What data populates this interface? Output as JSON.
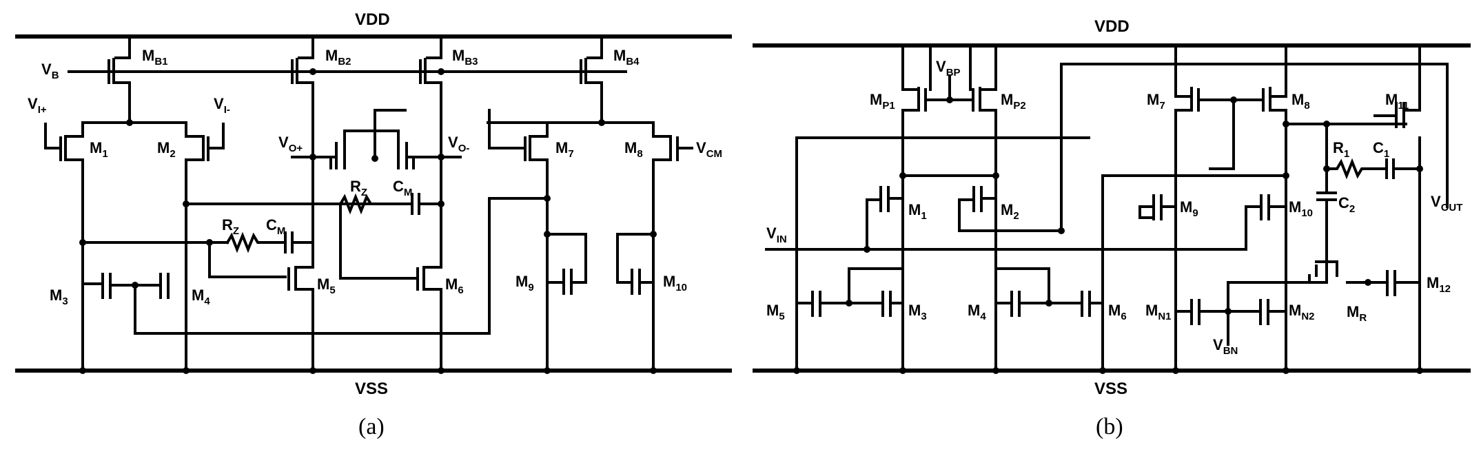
{
  "panel_a": {
    "caption": "(a)",
    "rails": {
      "top": "VDD",
      "bottom": "VSS"
    },
    "terminals": {
      "vb": [
        "V",
        "B"
      ],
      "vin_p": [
        "V",
        "I+"
      ],
      "vin_n": [
        "V",
        "I-"
      ],
      "vo_p": [
        "V",
        "O+"
      ],
      "vo_n": [
        "V",
        "O-"
      ],
      "vcm": [
        "V",
        "CM"
      ]
    },
    "devices": {
      "mb1": [
        "M",
        "B1"
      ],
      "mb2": [
        "M",
        "B2"
      ],
      "mb3": [
        "M",
        "B3"
      ],
      "mb4": [
        "M",
        "B4"
      ],
      "m1": [
        "M",
        "1"
      ],
      "m2": [
        "M",
        "2"
      ],
      "m3": [
        "M",
        "3"
      ],
      "m4": [
        "M",
        "4"
      ],
      "m5": [
        "M",
        "5"
      ],
      "m6": [
        "M",
        "6"
      ],
      "m7": [
        "M",
        "7"
      ],
      "m8": [
        "M",
        "8"
      ],
      "m9": [
        "M",
        "9"
      ],
      "m10": [
        "M",
        "10"
      ],
      "rz1": [
        "R",
        "Z"
      ],
      "cm1": [
        "C",
        "M"
      ],
      "rz2": [
        "R",
        "Z"
      ],
      "cm2": [
        "C",
        "M"
      ]
    }
  },
  "panel_b": {
    "caption": "(b)",
    "rails": {
      "top": "VDD",
      "bottom": "VSS"
    },
    "terminals": {
      "vbp": [
        "V",
        "BP"
      ],
      "vin": [
        "V",
        "IN"
      ],
      "vbn": [
        "V",
        "BN"
      ],
      "vout": [
        "V",
        "OUT"
      ]
    },
    "devices": {
      "mp1": [
        "M",
        "P1"
      ],
      "mp2": [
        "M",
        "P2"
      ],
      "m1": [
        "M",
        "1"
      ],
      "m2": [
        "M",
        "2"
      ],
      "m3": [
        "M",
        "3"
      ],
      "m4": [
        "M",
        "4"
      ],
      "m5": [
        "M",
        "5"
      ],
      "m6": [
        "M",
        "6"
      ],
      "m7": [
        "M",
        "7"
      ],
      "m8": [
        "M",
        "8"
      ],
      "m9": [
        "M",
        "9"
      ],
      "m10": [
        "M",
        "10"
      ],
      "m11": [
        "M",
        "11"
      ],
      "m12": [
        "M",
        "12"
      ],
      "mn1": [
        "M",
        "N1"
      ],
      "mn2": [
        "M",
        "N2"
      ],
      "mr": [
        "M",
        "R"
      ],
      "r1": [
        "R",
        "1"
      ],
      "c1": [
        "C",
        "1"
      ],
      "c2": [
        "C",
        "2"
      ]
    }
  }
}
